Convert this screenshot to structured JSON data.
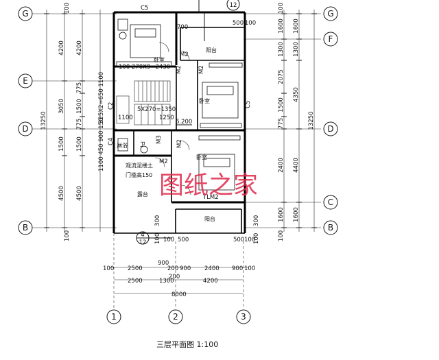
{
  "grid": {
    "rows_left": [
      "G",
      "E",
      "D",
      "B"
    ],
    "rows_right": [
      "G",
      "F",
      "D",
      "C",
      "B"
    ],
    "cols": [
      "1",
      "2",
      "3"
    ]
  },
  "section_mark": {
    "top": "12",
    "bottom_num": "4",
    "bottom_den": "12"
  },
  "rooms": {
    "bedroom": "卧室",
    "balcony": "阳台",
    "shower": "淋浴",
    "bath": "卫",
    "skylight": "观流泥楼土",
    "threshold": "门槛高150",
    "storage": "露台"
  },
  "labels": {
    "c5_top": "C5",
    "c5_right": "C5",
    "c2": "C2",
    "c4": "C4",
    "m2_a": "M2",
    "m2_b": "M2",
    "m2_c": "M2",
    "m2_d": "M2",
    "m2_e": "M2",
    "m3": "M3",
    "tlm": "TLM2",
    "stair_top": "100 270X9=2430",
    "stair_mid": "5X270=1350",
    "stair_v": "325X2=650 1100",
    "stair_v2": "1100 450 900 150",
    "level": "6.200",
    "d700": "700",
    "d1100": "1100",
    "d1250": "1250"
  },
  "left_dims_outer": [
    "4200",
    "3050",
    "1500",
    "4500"
  ],
  "left_dims_inner": [
    "4200",
    "775",
    "1500",
    "775",
    "1500",
    "4500"
  ],
  "left_total": "13250",
  "left_end": [
    "100",
    "100"
  ],
  "right_dims_inner": [
    "1600",
    "1300",
    "2075",
    "1500",
    "775",
    "2400",
    "1600"
  ],
  "right_dims_outer": [
    "1600",
    "1300",
    "4350",
    "4400",
    "1600"
  ],
  "right_total": "13250",
  "right_end": [
    "100",
    "100"
  ],
  "top_small": [
    "500",
    "100"
  ],
  "bottom_small": [
    "100",
    "300",
    "100",
    "500",
    "500",
    "100",
    "100",
    "300"
  ],
  "bottom_row1": [
    "100",
    "2500",
    "200",
    "900",
    "2400",
    "900",
    "100"
  ],
  "bottom_row1b": [
    "900"
  ],
  "bottom_row2": [
    "2500",
    "1300",
    "4200"
  ],
  "bottom_row2b": [
    "200"
  ],
  "bottom_total": "8000",
  "watermark": "图纸之家",
  "caption": "三层平面图  1:100"
}
